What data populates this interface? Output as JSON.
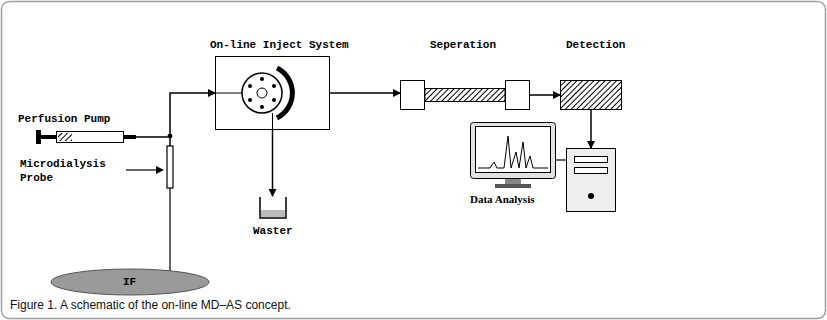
{
  "diagram": {
    "caption": "Figure 1. A schematic of the on-line MD–AS concept.",
    "nodes": [
      {
        "text": [
          "Perfusion Pump"
        ]
      },
      {
        "text": [
          "On-line Inject System"
        ]
      },
      {
        "text": [
          "Waster"
        ]
      },
      {
        "text": [
          "Seperation"
        ]
      },
      {
        "text": [
          "Detection"
        ]
      },
      {
        "text": [
          "Data Analysis"
        ]
      },
      {
        "text": [
          "IF"
        ]
      }
    ],
    "edges": [
      {
        "from": 0,
        "to": 1,
        "arrow": "to"
      },
      {
        "from": 1,
        "to": 2,
        "arrow": "to"
      },
      {
        "from": 1,
        "to": 3,
        "arrow": "to"
      },
      {
        "from": 3,
        "to": 4,
        "arrow": "to"
      },
      {
        "from": 4,
        "to": 5,
        "arrow": "to"
      }
    ],
    "labels": [
      "Microdialysis Probe"
    ]
  }
}
